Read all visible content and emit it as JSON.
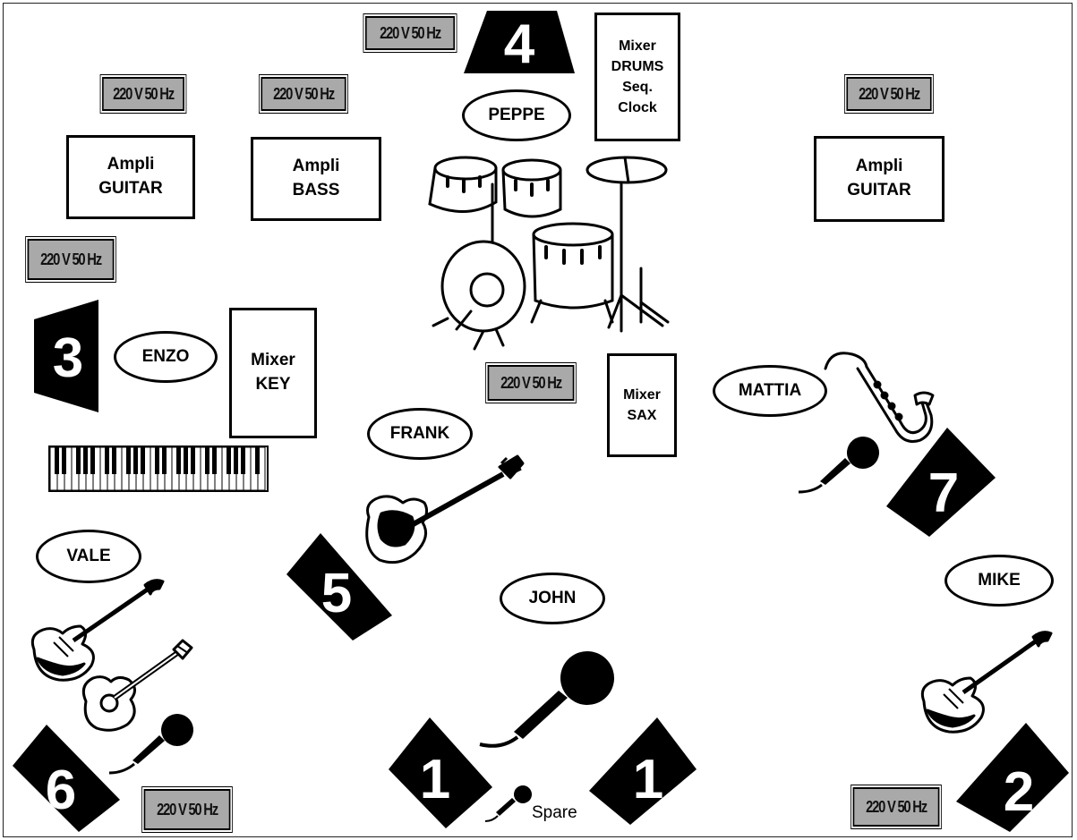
{
  "power_label": "220 V 50 Hz",
  "equipment": {
    "ampli_guitar_left": [
      "Ampli",
      "GUITAR"
    ],
    "ampli_bass": [
      "Ampli",
      "BASS"
    ],
    "ampli_guitar_right": [
      "Ampli",
      "GUITAR"
    ],
    "mixer_drums": [
      "Mixer",
      "DRUMS",
      "Seq.",
      "Clock"
    ],
    "mixer_key": [
      "Mixer",
      "KEY"
    ],
    "mixer_sax": [
      "Mixer",
      "SAX"
    ]
  },
  "musicians": {
    "peppe": "PEPPE",
    "enzo": "ENZO",
    "frank": "FRANK",
    "mattia": "MATTIA",
    "vale": "VALE",
    "john": "JOHN",
    "mike": "MIKE"
  },
  "monitors": {
    "m1_left": "1",
    "m1_right": "1",
    "m2": "2",
    "m3": "3",
    "m4": "4",
    "m5": "5",
    "m6": "6",
    "m7": "7"
  },
  "spare_label": "Spare",
  "icons": [
    "drum-kit-icon",
    "keyboard-icon",
    "saxophone-icon",
    "bass-guitar-icon",
    "electric-guitar-icon",
    "acoustic-guitar-icon",
    "microphone-icon"
  ],
  "colors": {
    "power_box": "#a9a9a9",
    "ink": "#000000",
    "background": "#ffffff"
  }
}
